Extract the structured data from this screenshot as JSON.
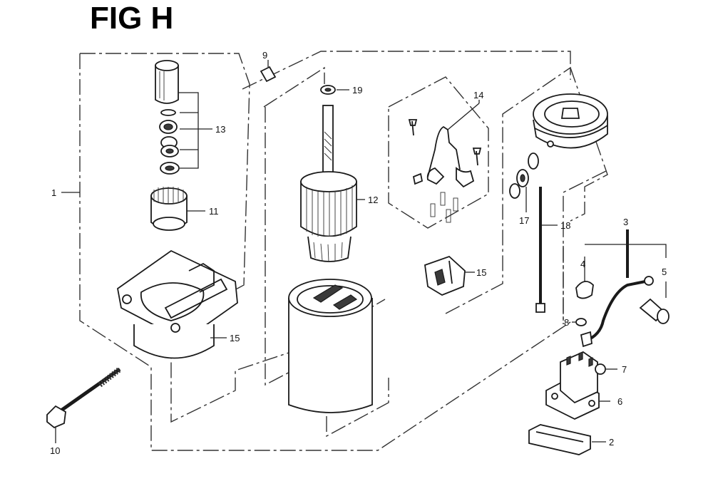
{
  "figure": {
    "title": "FIG H"
  },
  "callouts": [
    {
      "id": "c1",
      "label": "1"
    },
    {
      "id": "c2",
      "label": "2"
    },
    {
      "id": "c3",
      "label": "3"
    },
    {
      "id": "c4",
      "label": "4"
    },
    {
      "id": "c5",
      "label": "5"
    },
    {
      "id": "c6",
      "label": "6"
    },
    {
      "id": "c7",
      "label": "7"
    },
    {
      "id": "c8",
      "label": "8"
    },
    {
      "id": "c9",
      "label": "9"
    },
    {
      "id": "c10",
      "label": "10"
    },
    {
      "id": "c11",
      "label": "11"
    },
    {
      "id": "c12",
      "label": "12"
    },
    {
      "id": "c13",
      "label": "13"
    },
    {
      "id": "c14",
      "label": "14"
    },
    {
      "id": "c15a",
      "label": "15"
    },
    {
      "id": "c15b",
      "label": "15"
    },
    {
      "id": "c17",
      "label": "17"
    },
    {
      "id": "c18",
      "label": "18"
    },
    {
      "id": "c19",
      "label": "19"
    }
  ]
}
